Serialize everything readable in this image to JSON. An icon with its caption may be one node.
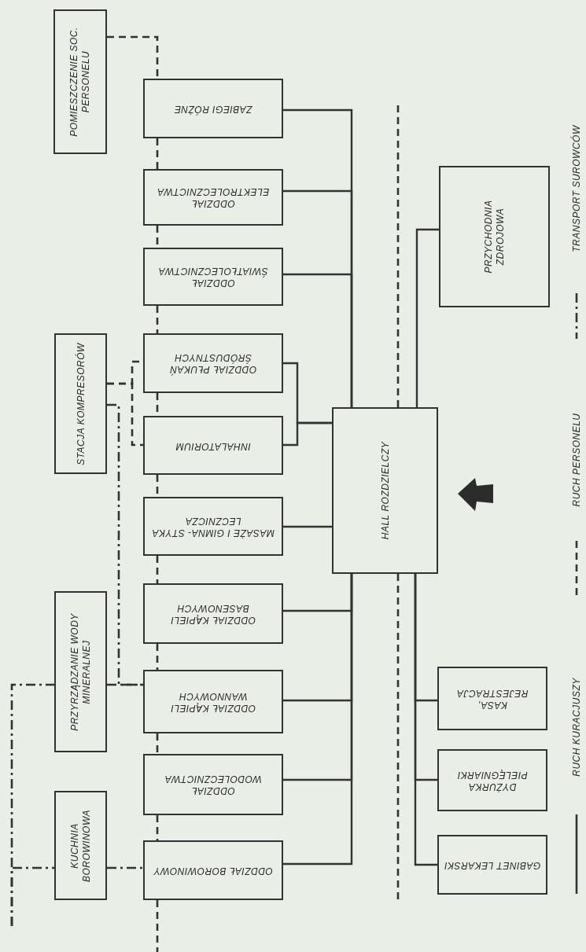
{
  "diagram": {
    "nodes": [
      {
        "text": [
          "POMIESZCZENIE SOC. PERSONELU"
        ]
      },
      {
        "text": [
          "STACJA KOMPRESORÓW"
        ]
      },
      {
        "text": [
          "PRZYRZĄDZANIE WODY MINERALNEJ"
        ]
      },
      {
        "text": [
          "KUCHNIA BOROWINOWA"
        ]
      },
      {
        "text": [
          "ZABIEGI RÓŻNE"
        ]
      },
      {
        "text": [
          "ODDZIAŁ ELEKTROLECZNICTWA"
        ]
      },
      {
        "text": [
          "ODDZIAŁ ŚWIATŁOLECZNICTWA"
        ]
      },
      {
        "text": [
          "ODDZIAŁ PŁUKAŃ ŚRÓDUSTNYCH"
        ]
      },
      {
        "text": [
          "INHALATORIUM"
        ]
      },
      {
        "text": [
          "MASAŻE I GIMNA- STYKA LECZNICZA"
        ]
      },
      {
        "text": [
          "ODDZIAŁ KĄPIELI BASENOWYCH"
        ]
      },
      {
        "text": [
          "ODDZIAŁ KĄPIELI WANNOWYCH"
        ]
      },
      {
        "text": [
          "ODDZIAŁ WODOLECZNICTWA"
        ]
      },
      {
        "text": [
          "ODDZIAŁ BOROWINOWY"
        ]
      },
      {
        "text": [
          "HALL ROZDZIELCZY"
        ]
      },
      {
        "text": [
          "PRZYCHODNIA ZDROJOWA"
        ]
      },
      {
        "text": [
          "KASA, REJESTRACJA"
        ]
      },
      {
        "text": [
          "DYŻURKA PIELĘGNIARKI"
        ]
      },
      {
        "text": [
          "GABINET LEKARSKI"
        ]
      }
    ],
    "edges": [
      {
        "from": 14,
        "to": 4,
        "arrow": "none"
      },
      {
        "from": 14,
        "to": 5,
        "arrow": "none"
      },
      {
        "from": 14,
        "to": 6,
        "arrow": "none"
      },
      {
        "from": 14,
        "to": 7,
        "arrow": "none"
      },
      {
        "from": 14,
        "to": 8,
        "arrow": "none"
      },
      {
        "from": 14,
        "to": 9,
        "arrow": "none"
      },
      {
        "from": 14,
        "to": 10,
        "arrow": "none"
      },
      {
        "from": 14,
        "to": 11,
        "arrow": "none"
      },
      {
        "from": 14,
        "to": 12,
        "arrow": "none"
      },
      {
        "from": 14,
        "to": 13,
        "arrow": "none"
      },
      {
        "from": 14,
        "to": 15,
        "arrow": "none"
      },
      {
        "from": 14,
        "to": 16,
        "arrow": "none"
      },
      {
        "from": 14,
        "to": 17,
        "arrow": "none"
      },
      {
        "from": 14,
        "to": 18,
        "arrow": "none"
      },
      {
        "from": 0,
        "to": 4,
        "arrow": "none",
        "style": "dashed"
      },
      {
        "from": 4,
        "to": 5,
        "arrow": "none",
        "style": "dashed"
      },
      {
        "from": 5,
        "to": 6,
        "arrow": "none",
        "style": "dashed"
      },
      {
        "from": 6,
        "to": 7,
        "arrow": "none",
        "style": "dashed"
      },
      {
        "from": 7,
        "to": 8,
        "arrow": "none",
        "style": "dashed"
      },
      {
        "from": 8,
        "to": 9,
        "arrow": "none",
        "style": "dashed"
      },
      {
        "from": 9,
        "to": 10,
        "arrow": "none",
        "style": "dashed"
      },
      {
        "from": 10,
        "to": 11,
        "arrow": "none",
        "style": "dashed"
      },
      {
        "from": 11,
        "to": 12,
        "arrow": "none",
        "style": "dashed"
      },
      {
        "from": 12,
        "to": 13,
        "arrow": "none",
        "style": "dashed"
      },
      {
        "from": 13,
        "to": null,
        "arrow": "none",
        "style": "dashed"
      },
      {
        "from": 1,
        "to": 7,
        "arrow": "none",
        "style": "dashed"
      },
      {
        "from": 1,
        "to": 8,
        "arrow": "none",
        "style": "dashed"
      },
      {
        "from": 14,
        "to": null,
        "arrow": "none",
        "style": "dashed"
      },
      {
        "from": 14,
        "to": null,
        "arrow": "none",
        "style": "dashed"
      },
      {
        "from": 1,
        "to": 11,
        "arrow": "none",
        "style": "dashed"
      },
      {
        "from": 2,
        "to": 11,
        "arrow": "none",
        "style": "dashed"
      },
      {
        "from": 3,
        "to": 13,
        "arrow": "none",
        "style": "dashed"
      },
      {
        "from": null,
        "to": 2,
        "arrow": "none",
        "style": "dashed"
      },
      {
        "from": null,
        "to": 3,
        "arrow": "none",
        "style": "dashed"
      }
    ],
    "legend": [
      {
        "text": "RUCH KURACJUSZY"
      },
      {
        "text": "RUCH PERSONELU"
      },
      {
        "text": "TRANSPORT SUROWCÓW"
      }
    ]
  }
}
